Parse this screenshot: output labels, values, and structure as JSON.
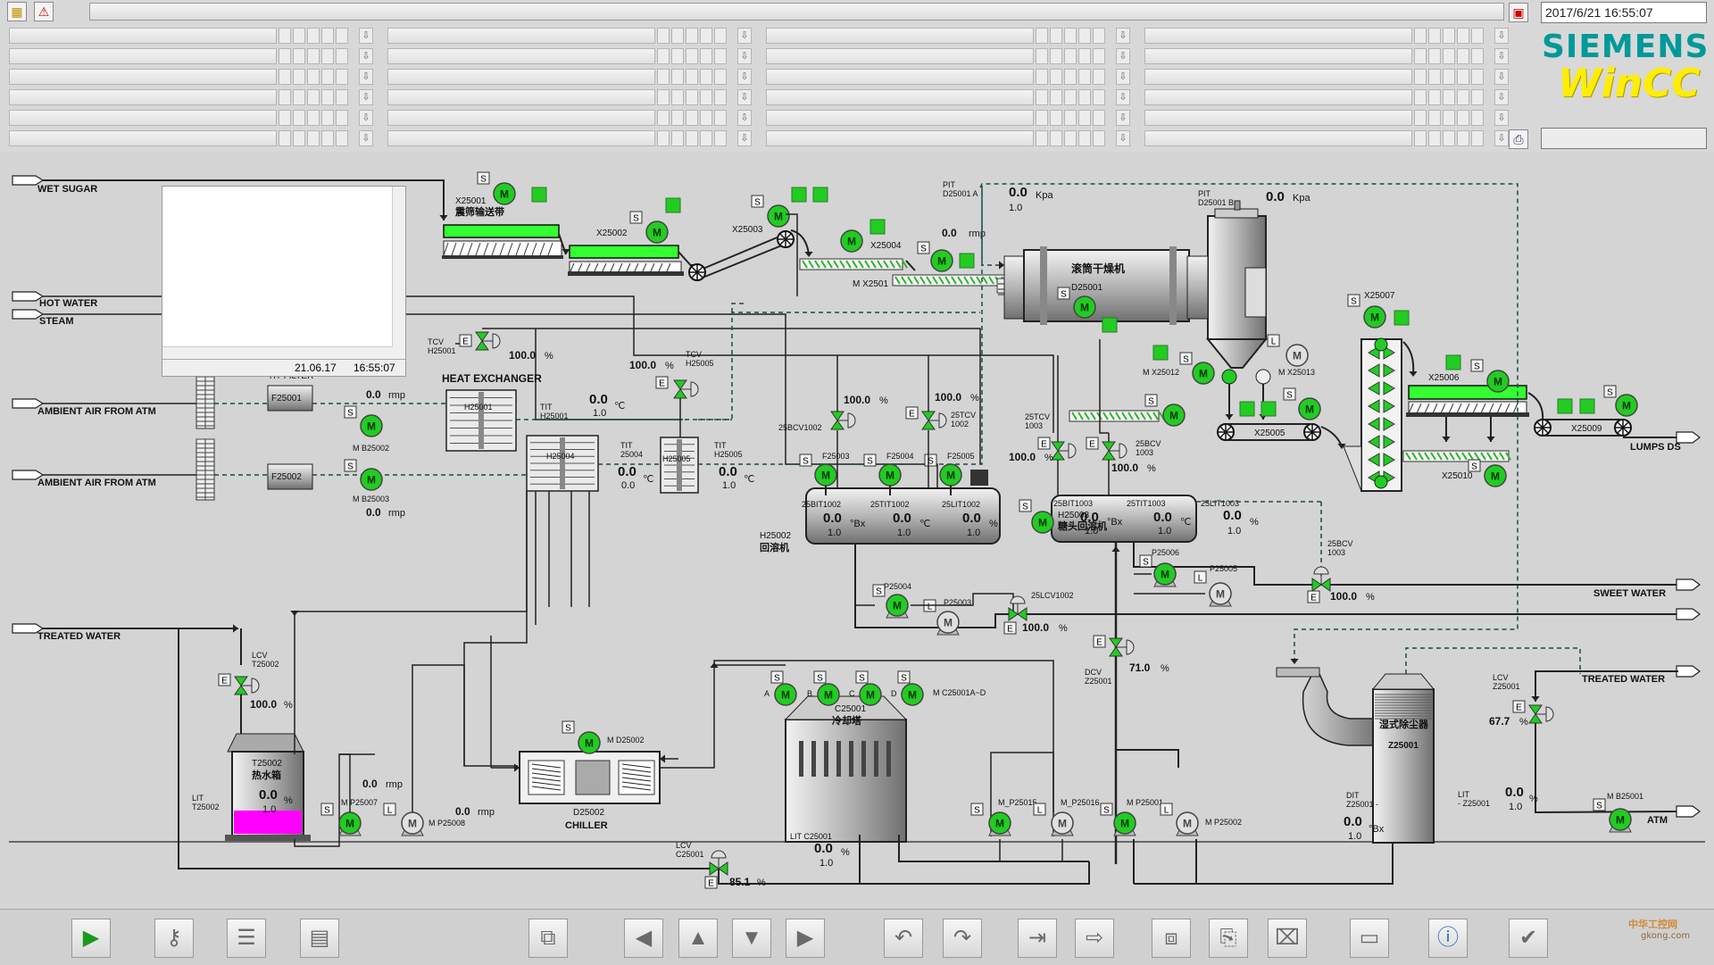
{
  "header": {
    "datetime": "2017/6/21 16:55:07",
    "brand": "SIEMENS",
    "product": "WinCC",
    "icons": [
      "message-list-icon",
      "alarm-warning-icon",
      "calendar-icon",
      "printer-icon"
    ],
    "accent": "#009999",
    "product_color": "#ffee00"
  },
  "popup": {
    "date": "21.06.17",
    "time": "16:55:07"
  },
  "inputs": {
    "wet_sugar": "WET SUGAR",
    "hot_water": "HOT WATER",
    "steam": "STEAM",
    "ambient_air_1": "AMBIENT AIR FROM ATM",
    "ambient_air_2": "AMBIENT AIR FROM ATM",
    "treated_water_left": "TREATED WATER",
    "treated_water_right": "TREATED WATER",
    "sweet_water": "SWEET WATER",
    "lumps_ds": "LUMPS DS",
    "atm": "ATM",
    "partial_label": "TIT FILTER"
  },
  "equipment": {
    "x25001": "X25001",
    "x25001_cn": "震筛输送带",
    "x25002": "X25002",
    "x25003": "X25003",
    "x25004": "X25004",
    "mx2501": "M X2501",
    "d25001_title": "滚筒干燥机",
    "d25001": "D25001",
    "x25007": "X25007",
    "x25005": "X25005",
    "x25006": "X25006",
    "x25009": "X25009",
    "x25010": "X25010",
    "mx25012": "M X25012",
    "mx25013": "M X25013",
    "f25001": "F25001",
    "f25002": "F25002",
    "mb25002": "M B25002",
    "mb25003": "M B25003",
    "heat_exchanger": "HEAT EXCHANGER",
    "h25001": "H25001",
    "h25004": "H25004",
    "h25005": "H25005",
    "h25002": "H25002",
    "h25002_cn": "回溶机",
    "h25003": "H25003",
    "h25003_cn": "糖头回溶机",
    "f25003": "F25003",
    "f25004": "F25004",
    "f25005": "F25005",
    "p25004": "P25004",
    "p25003": "P25003",
    "p25006": "P25006",
    "p25005": "P25005",
    "c25001": "C25001",
    "c25001_cn": "冷却塔",
    "mc25001": "M C25001A~D",
    "c_letters": [
      "A",
      "B",
      "C",
      "D"
    ],
    "d25002": "D25002",
    "chiller": "CHILLER",
    "md25002": "M D25002",
    "t25002": "T25002",
    "t25002_cn": "热水箱",
    "mp25007": "M P25007",
    "mp25008": "M P25008",
    "mp25015": "M_P25015",
    "mp25016": "M_P25016",
    "mp25001": "M P25001",
    "mp25002": "M P25002",
    "z25001": "Z25001",
    "z25001_cn": "湿式除尘器",
    "mb25001": "M B25001"
  },
  "instruments": {
    "pit_a_tag": "PIT\nD25001 A",
    "pit_a_val": "0.0",
    "pit_a_unit": "Kpa",
    "pit_a_sp": "1.0",
    "pit_b_tag": "PIT\nD25001 B",
    "pit_b_val": "0.0",
    "pit_b_unit": "Kpa",
    "x25004_speed": "0.0",
    "x25004_unit": "rmp",
    "b25002_speed": "0.0",
    "b25003_speed": "0.0",
    "speed_unit": "rmp",
    "tcv_h25001_tag": "TCV\nH25001",
    "tcv_h25001_val": "100.0",
    "tcv_h25005_tag": "TCV\nH25005",
    "tcv_h25005_val": "100.0",
    "tit_h25001_tag": "TIT\nH25001",
    "tit_h25001_val": "0.0",
    "tit_h25001_sp": "1.0",
    "tit_25004_tag": "TIT\n25004",
    "tit_25004_val": "0.0",
    "tit_25004_sp": "0.0",
    "tit_h25005_tag": "TIT\nH25005",
    "tit_h25005_val": "0.0",
    "tit_h25005_sp": "1.0",
    "bcv1002_tag": "25BCV1002",
    "bcv1002_val": "100.0",
    "tcv1002_tag": "25TCV\n1002",
    "tcv1002_val": "100.0",
    "bit1002_tag": "25BIT1002",
    "bit1002_val": "0.0",
    "bit1002_sp": "1.0",
    "bx_unit": "°Bx",
    "tit1002_tag": "25TIT1002",
    "tit1002_val": "0.0",
    "tit1002_sp": "1.0",
    "c_unit": "℃",
    "lit1002_tag": "25LIT1002",
    "lit1002_val": "0.0",
    "lit1002_sp": "1.0",
    "pct": "%",
    "tcv1003_tag": "25TCV\n1003",
    "tcv1003_val": "100.0",
    "bcv1003_tag": "25BCV\n1003",
    "bcv1003_val": "100.0",
    "bit1003_tag": "25BIT1003",
    "bit1003_val": "0.0",
    "bit1003_sp": "1.0",
    "tit1003_tag": "25TIT1003",
    "tit1003_val": "0.0",
    "tit1003_sp": "1.0",
    "lit1003_tag": "25LIT1003",
    "lit1003_val": "0.0",
    "lit1003_sp": "1.0",
    "bcv1003b_tag": "25BCV\n1003",
    "bcv1003b_val": "100.0",
    "lcv1002_tag": "25LCV1002",
    "lcv1002_val": "100.0",
    "dcv_tag": "DCV\nZ25001",
    "dcv_val": "71.0",
    "lcv_t25002_tag": "LCV\nT25002",
    "lcv_t25002_val": "100.0",
    "lit_t25002_tag": "LIT\nT25002",
    "lit_t25002_val": "0.0",
    "lit_t25002_sp": "1.0",
    "p25007_speed": "0.0",
    "p25008_speed": "0.0",
    "lit_c25001_tag": "LIT C25001",
    "lit_c25001_val": "0.0",
    "lit_c25001_sp": "1.0",
    "lcv_c25001_tag": "LCV\nC25001",
    "lcv_c25001_val": "85.1",
    "lcv_z25001_tag": "LCV\nZ25001",
    "lcv_z25001_val": "67.7",
    "lit_z25001_tag": "LIT\n- Z25001",
    "lit_z25001_val": "0.0",
    "lit_z25001_sp": "1.0",
    "dit_z25001_tag": "DIT\nZ25001 -",
    "dit_z25001_val": "0.0",
    "dit_z25001_sp": "1.0"
  },
  "badges": {
    "s": "S",
    "e": "E",
    "l": "L",
    "m": "M"
  },
  "colors": {
    "running_green": "#22cc22",
    "conveyor_green": "#33ff33",
    "level_magenta": "#ff00ff",
    "background": "#d4d4d4"
  },
  "toolbar": [
    {
      "name": "start-runtime-button",
      "icon": "play-icon",
      "glyph": "▶"
    },
    {
      "name": "user-login-button",
      "icon": "key-icon",
      "glyph": "⚷"
    },
    {
      "name": "alarm-list-button",
      "icon": "alarm-list-icon",
      "glyph": "☰"
    },
    {
      "name": "report-button",
      "icon": "report-icon",
      "glyph": "▤"
    },
    {
      "name": "overview-button",
      "icon": "overview-icon",
      "glyph": "⧉"
    },
    {
      "name": "prev-screen-button",
      "icon": "arrow-left-icon",
      "glyph": "◀"
    },
    {
      "name": "up-screen-button",
      "icon": "arrow-up-icon",
      "glyph": "▲"
    },
    {
      "name": "down-screen-button",
      "icon": "arrow-down-icon",
      "glyph": "▼"
    },
    {
      "name": "next-screen-button",
      "icon": "arrow-right-icon",
      "glyph": "▶"
    },
    {
      "name": "back-history-button",
      "icon": "undo-icon",
      "glyph": "↶"
    },
    {
      "name": "forward-history-button",
      "icon": "redo-icon",
      "glyph": "↷"
    },
    {
      "name": "start-screen-button",
      "icon": "start-screen-icon",
      "glyph": "⇥"
    },
    {
      "name": "end-screen-button",
      "icon": "end-screen-icon",
      "glyph": "⇨"
    },
    {
      "name": "stored-screens-button",
      "icon": "stored-screens-icon",
      "glyph": "⧈"
    },
    {
      "name": "store-screen-button",
      "icon": "store-screen-icon",
      "glyph": "⎘"
    },
    {
      "name": "delete-screen-button",
      "icon": "delete-screen-icon",
      "glyph": "⌧"
    },
    {
      "name": "monitor-button",
      "icon": "monitor-icon",
      "glyph": "▭"
    },
    {
      "name": "info-button",
      "icon": "info-icon",
      "glyph": "ⓘ"
    },
    {
      "name": "horn-ack-button",
      "icon": "horn-check-icon",
      "glyph": "✔"
    }
  ],
  "watermark": {
    "text": "中华工控网",
    "sub": "gkong.com"
  }
}
